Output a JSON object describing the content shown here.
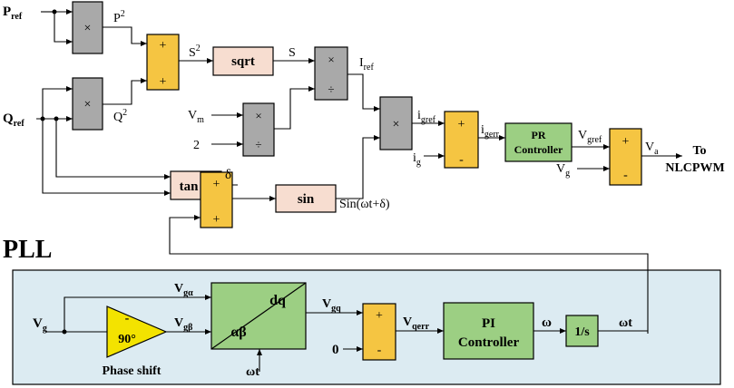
{
  "colors": {
    "summer": "#f5c542",
    "multiplier": "#a9a9a9",
    "function_block": "#f7ddd0",
    "controller": "#9ccf83",
    "pll_panel": "#dcebf2",
    "phase_shift": "#f3e300"
  },
  "inputs": {
    "p_ref": "P",
    "p_ref_sub": "ref",
    "q_ref": "Q",
    "q_ref_sub": "ref",
    "v_m": "V",
    "v_m_sub": "m",
    "two": "2",
    "i_g": "i",
    "i_g_sub": "g",
    "v_g": "V",
    "v_g_sub": "g",
    "pll_v_g": "V",
    "pll_v_g_sub": "g",
    "zero": "0"
  },
  "signals": {
    "p2": "P",
    "p2_sup": "2",
    "q2": "Q",
    "q2_sup": "2",
    "s2": "S",
    "s2_sup": "2",
    "s": "S",
    "i_ref": "I",
    "i_ref_sub": "ref",
    "delta": "δ",
    "i_gref": "i",
    "i_gref_sub": "gref",
    "i_gerr": "i",
    "i_gerr_sub": "gerr",
    "v_gref": "V",
    "v_gref_sub": "gref",
    "v_a": "V",
    "v_a_sub": "a",
    "sin_out": "Sin(ωt+δ)",
    "v_galpha": "V",
    "v_galpha_sub": "gα",
    "v_gbeta": "V",
    "v_gbeta_sub": "gβ",
    "v_gq": "V",
    "v_gq_sub": "gq",
    "v_qerr": "V",
    "v_qerr_sub": "qerr",
    "omega": "ω",
    "omega_t_out": "ωt",
    "omega_t_in": "ωt"
  },
  "blocks": {
    "times": "×",
    "divide": "÷",
    "plus": "+",
    "minus": "-",
    "sqrt": "sqrt",
    "tan_inv": "tan",
    "tan_inv_sup": "-1",
    "sin": "sin",
    "pr_controller_line1": "PR",
    "pr_controller_line2": "Controller",
    "pi_controller_line1": "PI",
    "pi_controller_line2": "Controller",
    "integrator": "1/s",
    "dq": "dq",
    "alphabeta": "αβ",
    "phase_shift_minus": "-",
    "phase_shift_angle": "90°"
  },
  "labels": {
    "output_line1": "To",
    "output_line2": "NLCPWM",
    "pll_title": "PLL",
    "phase_shift": "Phase shift"
  }
}
